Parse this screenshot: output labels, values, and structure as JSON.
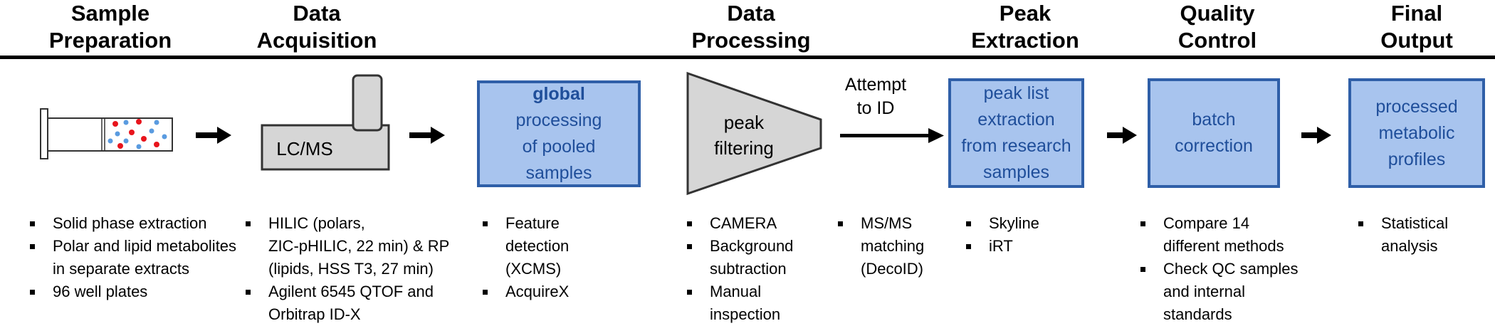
{
  "headers": {
    "sample_preparation": "Sample\nPreparation",
    "data_acquisition": "Data\nAcquisition",
    "data_processing": "Data\nProcessing",
    "peak_extraction": "Peak\nExtraction",
    "quality_control": "Quality\nControl",
    "final_output": "Final\nOutput"
  },
  "instrument_label": "LC/MS",
  "global_box": {
    "emphasis": "global",
    "rest": "processing\nof pooled\nsamples"
  },
  "funnel_label": "peak\nfiltering",
  "attempt_label": "Attempt\nto ID",
  "peak_list_box": "peak list\nextraction\nfrom research\nsamples",
  "batch_box": "batch\ncorrection",
  "output_box": "processed\nmetabolic\nprofiles",
  "bullets": {
    "sample_preparation": [
      "Solid phase extraction",
      "Polar and lipid metabolites\nin separate extracts",
      "96 well plates"
    ],
    "data_acquisition": [
      "HILIC (polars,\nZIC-pHILIC, 22 min) & RP\n(lipids, HSS T3, 27 min)",
      "Agilent 6545 QTOF and\nOrbitrap ID-X"
    ],
    "global_processing": [
      "Feature\ndetection\n(XCMS)",
      "AcquireX"
    ],
    "peak_filtering": [
      "CAMERA",
      "Background\nsubtraction",
      "Manual\ninspection"
    ],
    "id_matching": [
      "MS/MS\nmatching\n(DecoID)"
    ],
    "peak_extraction": [
      "Skyline",
      "iRT"
    ],
    "quality_control": [
      "Compare 14\ndifferent methods",
      "Check QC samples\nand internal\nstandards"
    ],
    "final_output": [
      "Statistical\nanalysis"
    ]
  },
  "colors": {
    "box_fill": "#a8c4ee",
    "box_border": "#2f5fa8",
    "box_text": "#1f4e9a",
    "red_dot": "#e8141c",
    "blue_dot": "#5a9be0",
    "instrument_fill": "#d6d6d6",
    "funnel_fill": "#d6d6d6"
  },
  "icons": [
    "sample-tube-icon",
    "lc-ms-instrument-icon",
    "funnel-icon",
    "arrow-right-icon"
  ]
}
